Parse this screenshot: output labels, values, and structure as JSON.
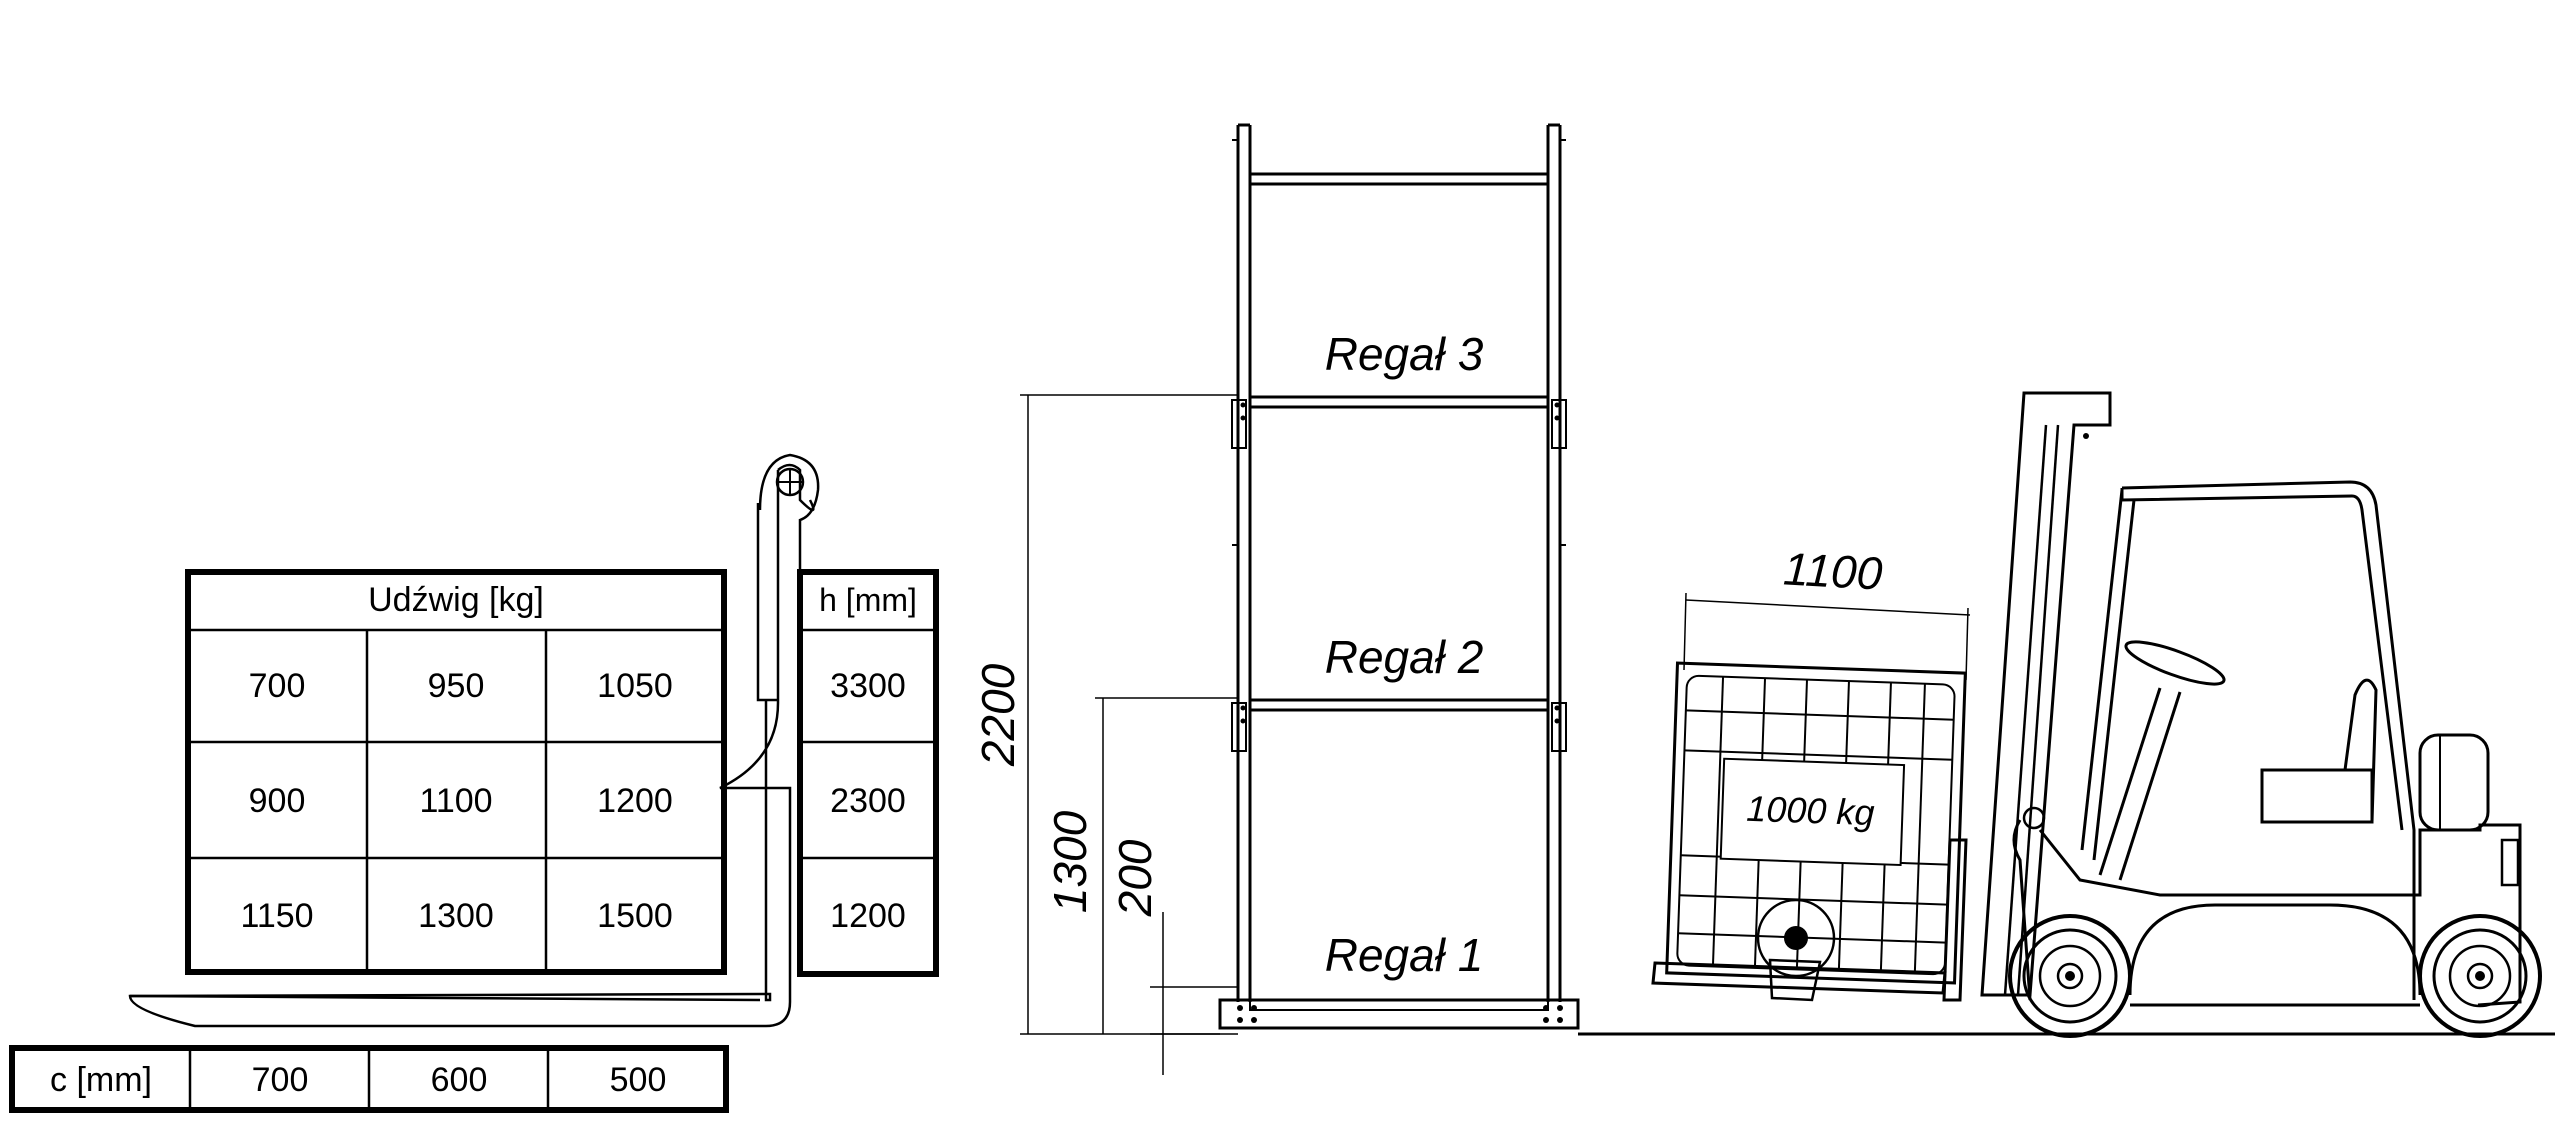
{
  "capacity_table": {
    "header": "Udźwig [kg]",
    "rows": [
      [
        "700",
        "950",
        "1050"
      ],
      [
        "900",
        "1100",
        "1200"
      ],
      [
        "1150",
        "1300",
        "1500"
      ]
    ]
  },
  "height_table": {
    "header": "h [mm]",
    "values": [
      "3300",
      "2300",
      "1200"
    ]
  },
  "center_table": {
    "header": "c [mm]",
    "values": [
      "700",
      "600",
      "500"
    ]
  },
  "rack": {
    "levels": [
      "Regał 3",
      "Regał 2",
      "Regał 1"
    ]
  },
  "dimensions": {
    "height_2200": "2200",
    "height_1300": "1300",
    "height_200": "200",
    "pallet_width": "1100"
  },
  "load": {
    "label": "1000 kg"
  }
}
